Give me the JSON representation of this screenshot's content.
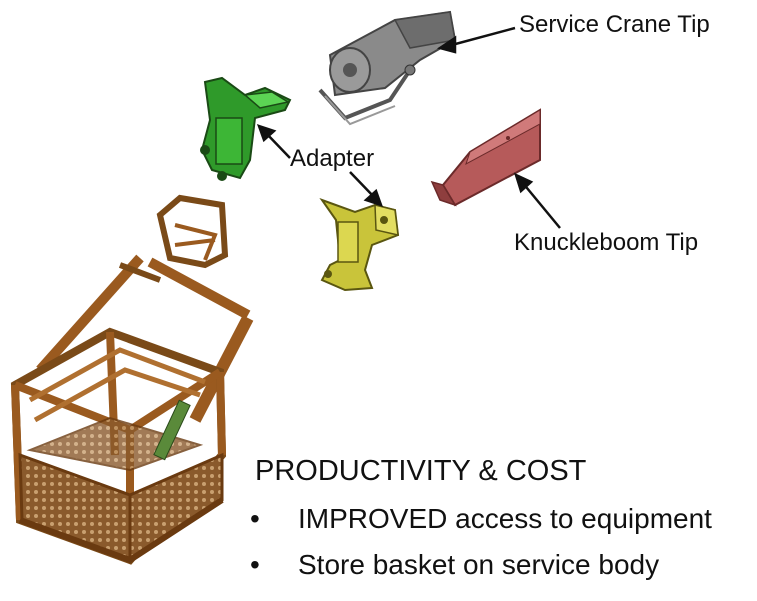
{
  "labels": {
    "service_crane_tip": "Service Crane Tip",
    "adapter": "Adapter",
    "knuckleboom_tip": "Knuckleboom Tip"
  },
  "heading": "PRODUCTIVITY & COST",
  "bullets": [
    "IMPROVED access to equipment",
    "Store basket on service body"
  ],
  "colors": {
    "basket": "#9a5a1f",
    "adapter_green": "#2f9a2a",
    "adapter_yellow": "#c9c43a",
    "knuckleboom": "#b65a5a",
    "crane_tip": "#7d7d7d"
  }
}
